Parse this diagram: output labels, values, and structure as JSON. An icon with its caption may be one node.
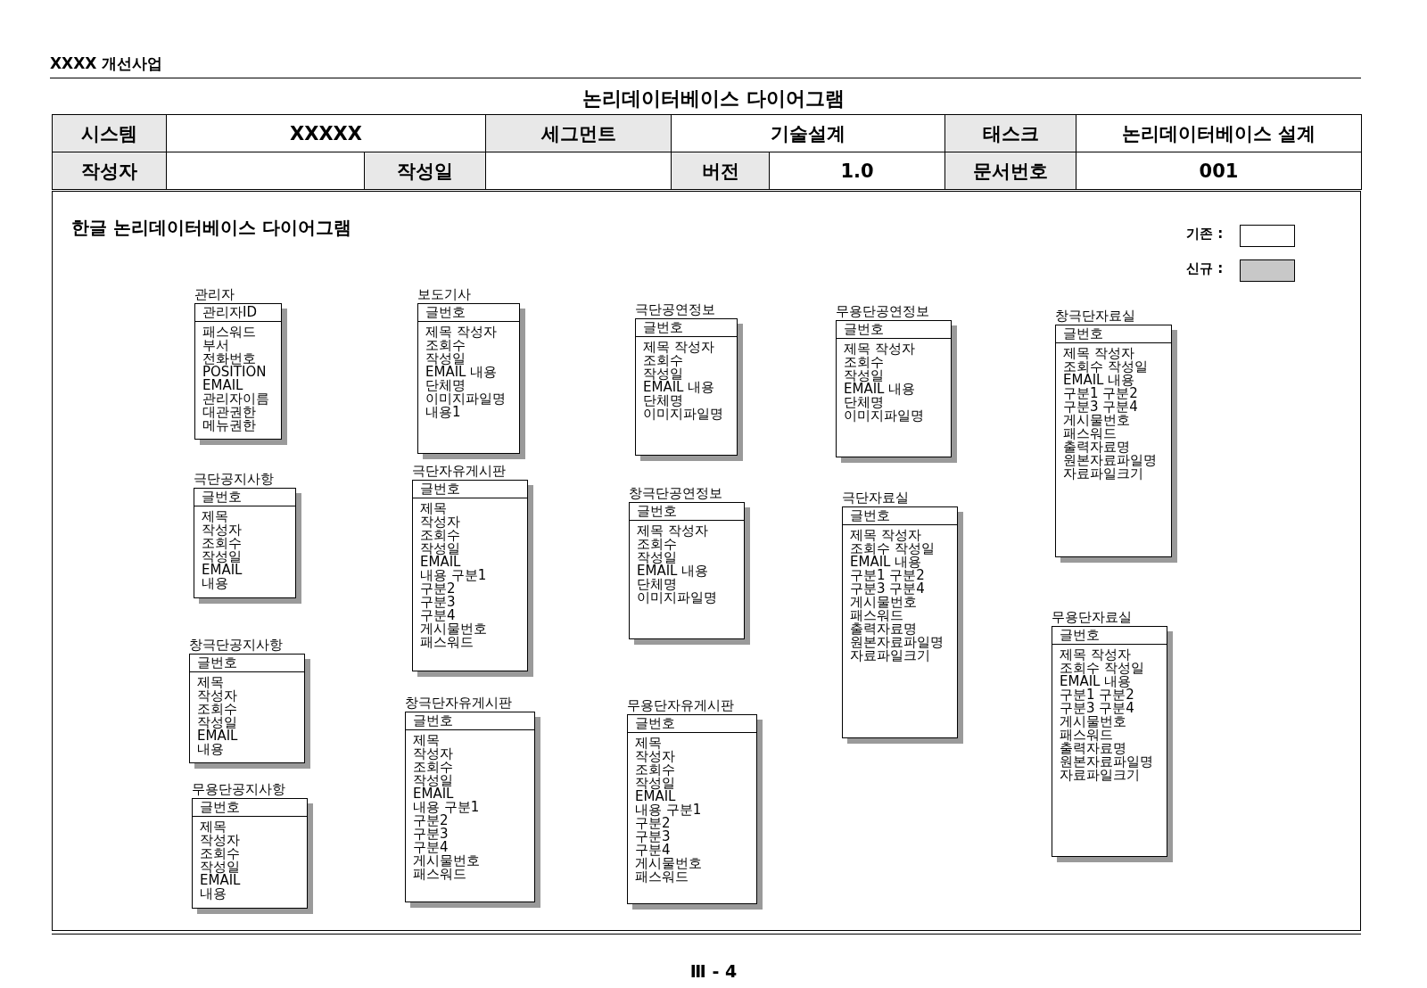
{
  "diagram": {
    "title": "논리데이터베이스 다이어그램",
    "nodes": [
      {
        "text": [
          "관리자",
          "관리자ID",
          "패스워드 부서 전화번호 POSITION EMAIL 관리자이름 대관권한 메뉴권한"
        ]
      },
      {
        "text": [
          "극단공지사항",
          "글번호",
          "제목 작성자 조회수 작성일 EMAIL 내용"
        ]
      },
      {
        "text": [
          "창극단공지사항",
          "글번호",
          "제목 작성자 조회수 작성일 EMAIL 내용"
        ]
      },
      {
        "text": [
          "무용단공지사항",
          "글번호",
          "제목 작성자 조회수 작성일 EMAIL 내용"
        ]
      },
      {
        "text": [
          "보도기사",
          "글번호",
          "제목 작성자 조회수 작성일 EMAIL 내용 단체명 이미지파일명 내용1"
        ]
      },
      {
        "text": [
          "극단자유게시판",
          "글번호",
          "제목 작성자 조회수 작성일 EMAIL 내용 구분1 구분2 구분3 구분4 게시물번호 패스워드"
        ]
      },
      {
        "text": [
          "창극단자유게시판",
          "글번호",
          "제목 작성자 조회수 작성일 EMAIL 내용 구분1 구분2 구분3 구분4 게시물번호 패스워드"
        ]
      },
      {
        "text": [
          "극단공연정보",
          "글번호",
          "제목 작성자 조회수 작성일 EMAIL 내용 단체명 이미지파일명"
        ]
      },
      {
        "text": [
          "창극단공연정보",
          "글번호",
          "제목 작성자 조회수 작성일 EMAIL 내용 단체명 이미지파일명"
        ]
      },
      {
        "text": [
          "무용단자유게시판",
          "글번호",
          "제목 작성자 조회수 작성일 EMAIL 내용 구분1 구분2 구분3 구분4 게시물번호 패스워드"
        ]
      },
      {
        "text": [
          "무용단공연정보",
          "글번호",
          "제목 작성자 조회수 작성일 EMAIL 내용 단체명 이미지파일명"
        ]
      },
      {
        "text": [
          "극단자료실",
          "글번호",
          "제목 작성자 조회수 작성일 EMAIL 내용 구분1 구분2 구분3 구분4 게시물번호 패스워드 출력자료명 원본자료파일명 자료파일크기"
        ]
      },
      {
        "text": [
          "창극단자료실",
          "글번호",
          "제목 작성자 조회수 작성일 EMAIL 내용 구분1 구분2 구분3 구분4 게시물번호 패스워드 출력자료명 원본자료파일명 자료파일크기"
        ]
      },
      {
        "text": [
          "무용단자료실",
          "글번호",
          "제목 작성자 조회수 작성일 EMAIL 내용 구분1 구분2 구분3 구분4 게시물번호 패스워드 출력자료명 원본자료파일명 자료파일크기"
        ]
      }
    ],
    "labels": [
      "XXXX 개선사업",
      "시스템",
      "XXXXX",
      "세그먼트",
      "기술설계",
      "태스크",
      "논리데이터베이스 설계",
      "작성자",
      "작성일",
      "버전",
      "1.0",
      "문서번호",
      "001",
      "한글 논리데이터베이스 다이어그램",
      "Ⅲ - 4"
    ],
    "legend": [
      {
        "text": "기존 :",
        "color": "#ffffff"
      },
      {
        "text": "신규 :",
        "color": "#c8c8c8"
      }
    ]
  }
}
